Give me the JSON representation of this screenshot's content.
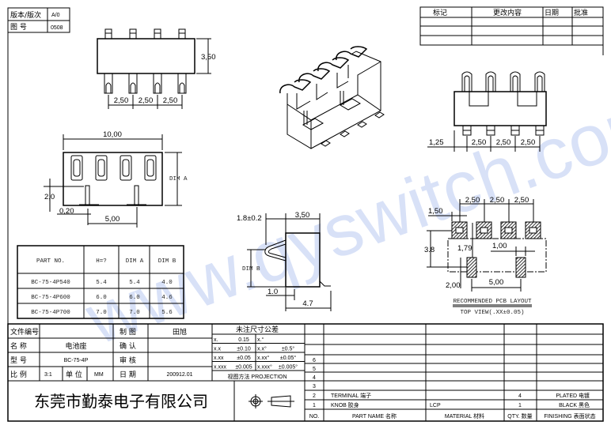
{
  "header": {
    "version_label": "版本/版次",
    "version_value": "A/0",
    "drawing_no_label": "图 号",
    "drawing_no_value": "0508"
  },
  "revision_table": {
    "headers": [
      "标记",
      "更改内容",
      "日期",
      "批准"
    ]
  },
  "watermark": "www.qyswitch.com",
  "dimensions": {
    "top_view": {
      "height": "3,50",
      "pitch": [
        "2,50",
        "2,50",
        "2,50"
      ]
    },
    "front_view": {
      "width": "10,00",
      "dim_a": "DIM A",
      "tab_height": "2,0",
      "offset": "0,20",
      "tab_pitch": "5,00"
    },
    "side_view": {
      "spring": "1.8±0.2",
      "depth": "3,50",
      "dim_b": "DIM B",
      "foot": "1.0",
      "total": "4.7"
    },
    "right_view": {
      "edge": "1,25",
      "pitch": [
        "2,50",
        "2,50",
        "2,50"
      ]
    },
    "pcb_layout": {
      "pitch": [
        "2,50",
        "2,50",
        "2,50"
      ],
      "pad_width": "1,50",
      "height": "3.8",
      "offset": "1,79",
      "small": "1,00",
      "pad_height": "2,00",
      "tab_pitch": "5,00",
      "title": "RECOMMENDED PCB LAYOUT",
      "subtitle": "TOP VIEW(.XX±0.05)"
    }
  },
  "part_table": {
    "headers": [
      "PART NO.",
      "H=?",
      "DIM A",
      "DIM B"
    ],
    "rows": [
      [
        "BC-75-4P540",
        "5.4",
        "5.4",
        "4.0"
      ],
      [
        "BC-75-4P600",
        "6.0",
        "6.0",
        "4.6"
      ],
      [
        "BC-75-4P700",
        "7.0",
        "7.0",
        "5.6"
      ]
    ]
  },
  "title_block": {
    "file_no_label": "文件编号",
    "file_no": "",
    "name_label": "名 称",
    "name": "电池座",
    "model_label": "型 号",
    "model": "BC-75-4P",
    "scale_label": "比 例",
    "scale": "3:1",
    "unit_label": "单 位",
    "unit": "MM",
    "drawn_label": "制 图",
    "drawn_by": "田旭",
    "confirm_label": "确 认",
    "review_label": "审 核",
    "date_label": "日 期",
    "date": "200912.01",
    "company": "东莞市勤泰电子有限公司"
  },
  "tolerance": {
    "title": "未注尺寸公差",
    "rows": [
      [
        "x.",
        "0.15",
        "x.°",
        ""
      ],
      [
        "x.x",
        "±0.10",
        "x.x°",
        "±0.5°"
      ],
      [
        "x.xx",
        "±0.05",
        "x.xx°",
        "±0.05°"
      ],
      [
        "x.xxx",
        "±0.005",
        "x.xxx°",
        "±0.005°"
      ]
    ],
    "projection": "视图方法 PROJECTION"
  },
  "bom": {
    "headers": [
      "NO.",
      "PART NAME 名称",
      "MATERIAL 材料",
      "QTY. 数量",
      "FINISHING 表面状态"
    ],
    "rows": [
      {
        "no": "6",
        "part": "",
        "material": "",
        "qty": "",
        "finish": ""
      },
      {
        "no": "5",
        "part": "",
        "material": "",
        "qty": "",
        "finish": ""
      },
      {
        "no": "4",
        "part": "",
        "material": "",
        "qty": "",
        "finish": ""
      },
      {
        "no": "3",
        "part": "",
        "material": "",
        "qty": "",
        "finish": ""
      },
      {
        "no": "2",
        "part": "TERMINAL 端子",
        "material": "",
        "qty": "4",
        "finish": "PLATED 电镀"
      },
      {
        "no": "1",
        "part": "KNOB 胶身",
        "material": "LCP",
        "qty": "1",
        "finish": "BLACK 黑色"
      }
    ]
  }
}
